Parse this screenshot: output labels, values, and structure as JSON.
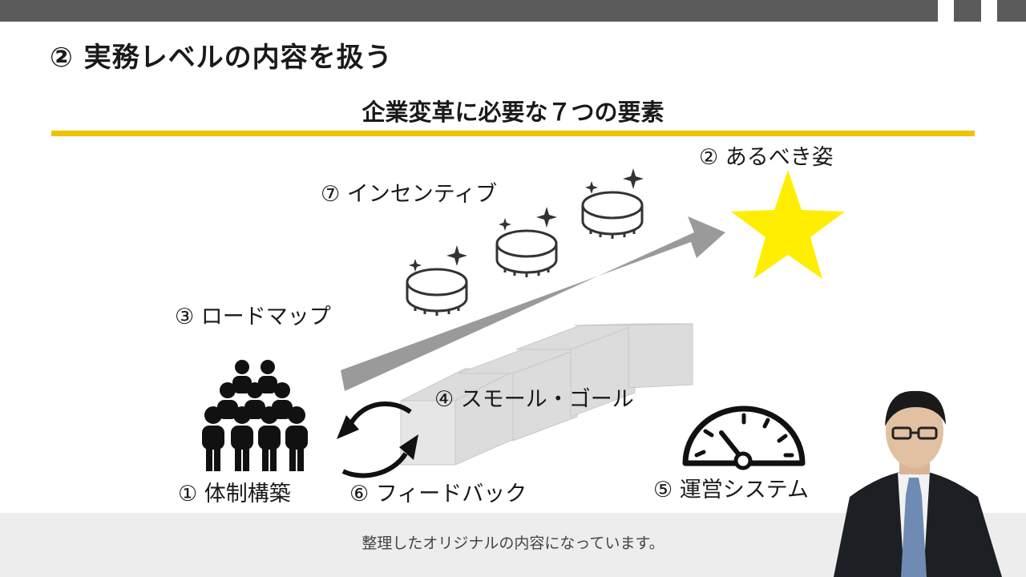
{
  "slide": {
    "title": "② 実務レベルの内容を扱う",
    "subtitle": "企業変革に必要な７つの要素"
  },
  "elements": {
    "e1": "① 体制構築",
    "e2": "② あるべき姿",
    "e3": "③ ロードマップ",
    "e4": "④ スモール・ゴール",
    "e5": "⑤ 運営システム",
    "e6": "⑥ フィードバック",
    "e7": "⑦ インセンティブ"
  },
  "caption": "整理したオリジナルの内容になっています。",
  "colors": {
    "top_bar": "#5b5b5b",
    "rule": "#f2c200",
    "star": "#ffee00",
    "arrow": "#9a9a9a",
    "stairs": "#dcdcdc"
  },
  "icons": {
    "people": "people-group-icon",
    "star": "star-icon",
    "arrow": "roadmap-arrow-icon",
    "coins": "coin-icon",
    "stairs": "stairs-icon",
    "cycle": "cycle-arrows-icon",
    "gauge": "gauge-icon"
  }
}
